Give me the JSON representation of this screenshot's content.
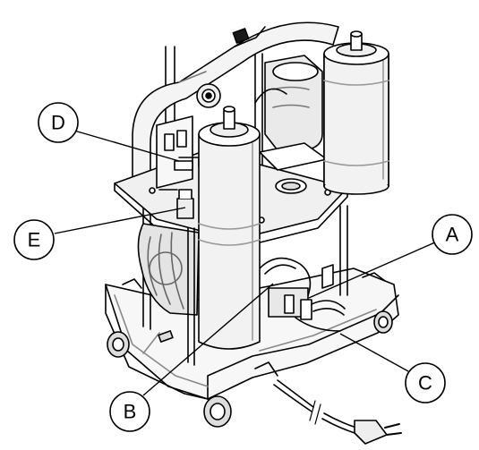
{
  "callouts": {
    "a": "A",
    "b": "B",
    "c": "C",
    "d": "D",
    "e": "E"
  },
  "colors": {
    "line": "#000000",
    "tank": "#f2f2f2",
    "frame": "#ffffff",
    "shade": "#555555",
    "dark": "#1a1a1a"
  }
}
